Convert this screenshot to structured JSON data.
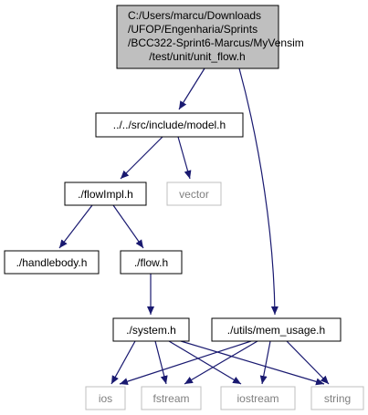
{
  "diagram": {
    "root": {
      "lines": [
        "C:/Users/marcu/Downloads",
        "/UFOP/Engenharia/Sprints",
        "/BCC322-Sprint6-Marcus/MyVensim",
        "/test/unit/unit_flow.h"
      ]
    },
    "nodes": {
      "model": "../../src/include/model.h",
      "vector": "vector",
      "flowimpl": "./flowImpl.h",
      "handlebody": "./handlebody.h",
      "flow": "./flow.h",
      "system": "./system.h",
      "mem_usage": "./utils/mem_usage.h",
      "ios": "ios",
      "fstream": "fstream",
      "iostream": "iostream",
      "string": "string"
    },
    "colors": {
      "root_fill": "#bfbfbf",
      "node_border": "#000000",
      "external_border": "#bfbfbf",
      "external_text": "#7f7f7f",
      "edge": "#191970",
      "text": "#000000"
    }
  }
}
